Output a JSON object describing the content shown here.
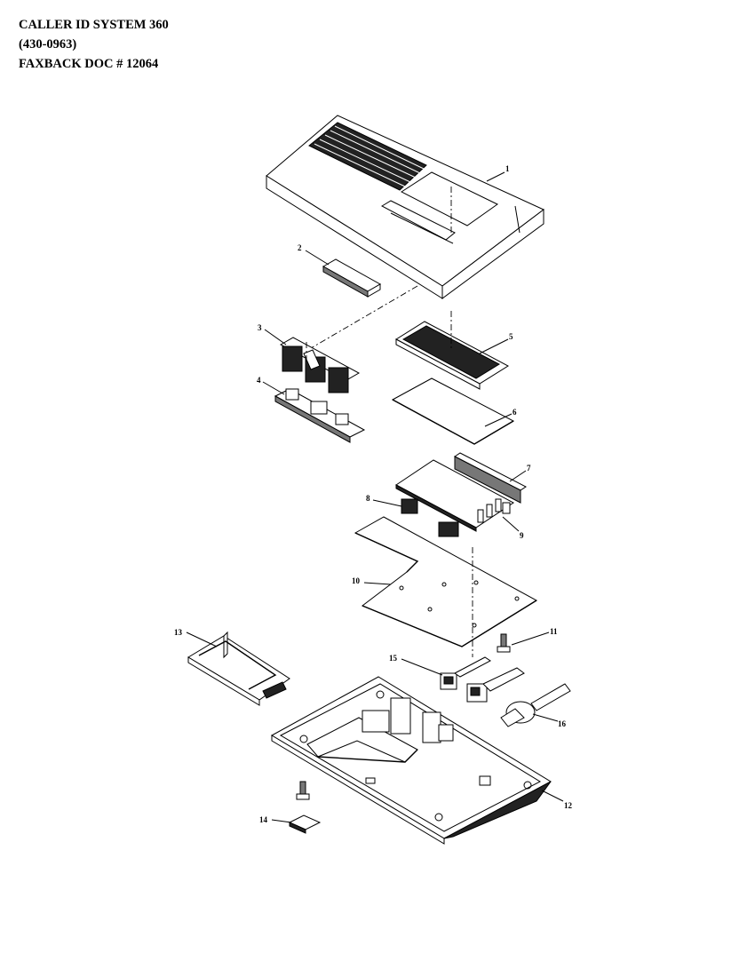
{
  "header": {
    "line1": "CALLER ID SYSTEM 360",
    "line2": "(430-0963)",
    "line3": "FAXBACK DOC # 12064"
  },
  "parts": [
    {
      "label": "1"
    },
    {
      "label": "2"
    },
    {
      "label": "3"
    },
    {
      "label": "4"
    },
    {
      "label": "5"
    },
    {
      "label": "6"
    },
    {
      "label": "7"
    },
    {
      "label": "8"
    },
    {
      "label": "9"
    },
    {
      "label": "10"
    },
    {
      "label": "11"
    },
    {
      "label": "12"
    },
    {
      "label": "13"
    },
    {
      "label": "14"
    },
    {
      "label": "15"
    },
    {
      "label": "16"
    }
  ]
}
